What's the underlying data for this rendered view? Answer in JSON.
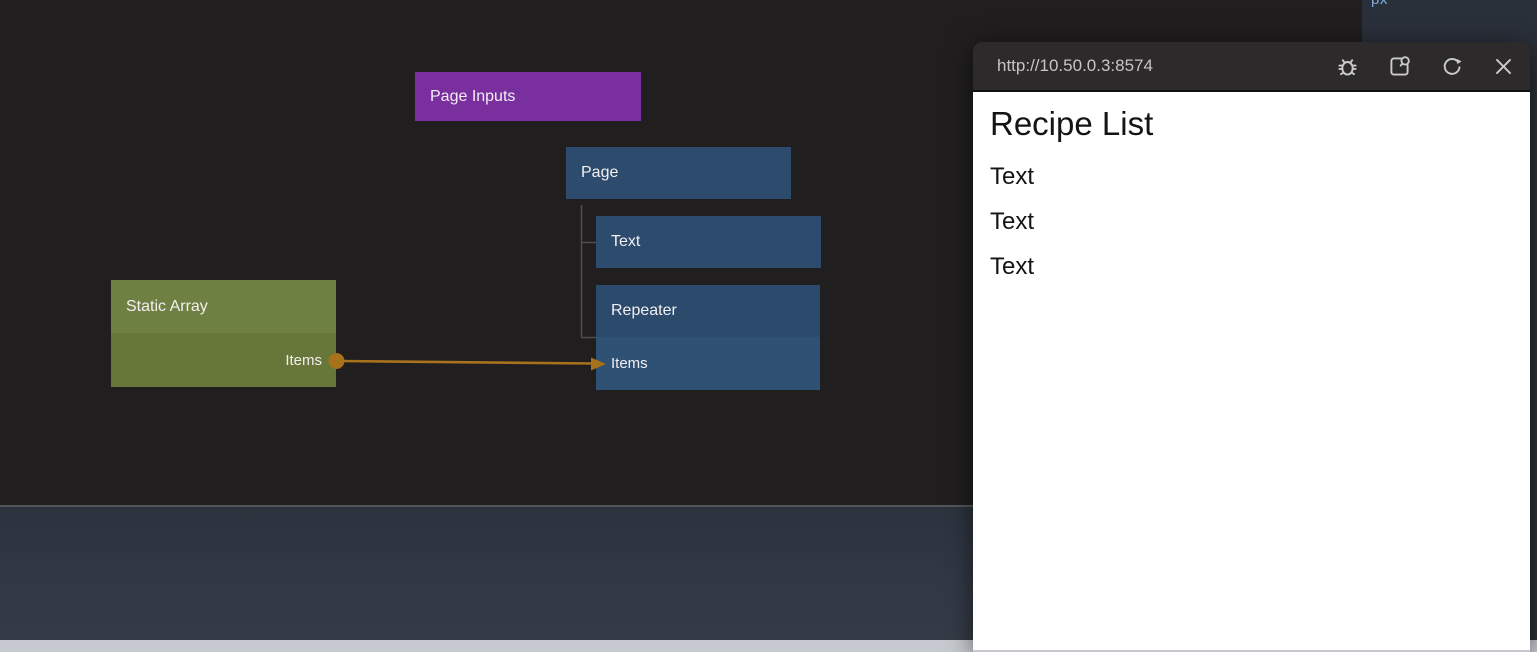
{
  "canvas": {
    "nodes": {
      "page_inputs": {
        "label": "Page Inputs"
      },
      "page": {
        "label": "Page"
      },
      "text": {
        "label": "Text"
      },
      "repeater": {
        "label": "Repeater",
        "input_port": "Items"
      },
      "static_array": {
        "label": "Static Array",
        "output_port": "Items"
      }
    },
    "wire": {
      "from": "Static Array.Items",
      "to": "Repeater.Items",
      "color": "#a8711b"
    }
  },
  "style_panel": {
    "unit_fragment": "px"
  },
  "preview": {
    "url": "http://10.50.0.3:8574",
    "toolbar_icons": [
      "debug-icon",
      "open-preview-icon",
      "refresh-icon",
      "close-icon"
    ],
    "page": {
      "heading": "Recipe List",
      "items": [
        "Text",
        "Text",
        "Text"
      ]
    }
  },
  "colors": {
    "canvas_bg": "#201e1e",
    "node_purple": "#7a2f9e",
    "node_blue": "#2c4b6d",
    "node_blue_port": "#2f5173",
    "node_olive": "#6e8042",
    "node_olive_port": "#677639",
    "wire_orange": "#a8711b",
    "tree_line": "#4e4e4e",
    "preview_header_bg": "#2c2a2a",
    "bottom_panel_bg": "#2f3742",
    "scrollbar_track": "#c6c9cf",
    "sidebar_bg": "#2a303a"
  }
}
